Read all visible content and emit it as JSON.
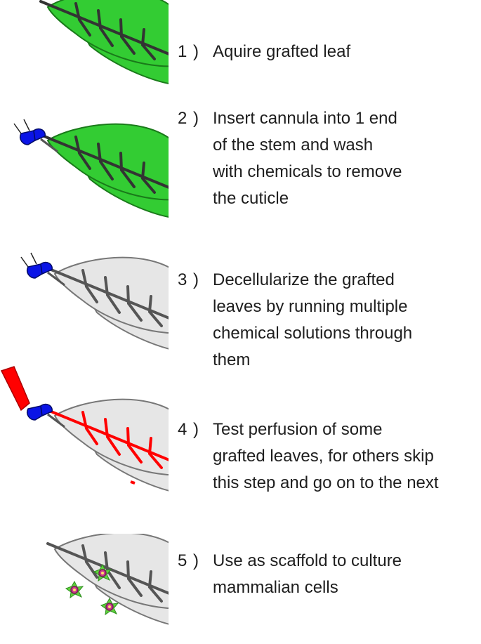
{
  "colors": {
    "leaf_green": "#33cc33",
    "leaf_gray": "#e6e6e6",
    "vein_dark": "#333333",
    "vein_red": "#ff0000",
    "cannula_blue": "#0a14e6",
    "cell_pink": "#c83c8c",
    "cell_green": "#5fd23c"
  },
  "steps": [
    {
      "number": "1 )",
      "leaf": "green",
      "lines": [
        "Aquire grafted leaf"
      ]
    },
    {
      "number": "2 )",
      "leaf": "green-cannula",
      "lines": [
        "Insert cannula into 1 end",
        "of the stem and wash",
        "with chemicals to remove",
        "the cuticle"
      ]
    },
    {
      "number": "3 )",
      "leaf": "gray-cannula",
      "lines": [
        "Decellularize the grafted",
        "leaves by running multiple",
        "chemical solutions through",
        "them"
      ]
    },
    {
      "number": "4 )",
      "leaf": "red-perfused",
      "lines": [
        "Test perfusion of some",
        "grafted leaves, for others skip",
        "this step and go on to the next"
      ]
    },
    {
      "number": "5 )",
      "leaf": "gray-cells",
      "lines": [
        "Use as scaffold to culture",
        "mammalian cells"
      ]
    }
  ]
}
